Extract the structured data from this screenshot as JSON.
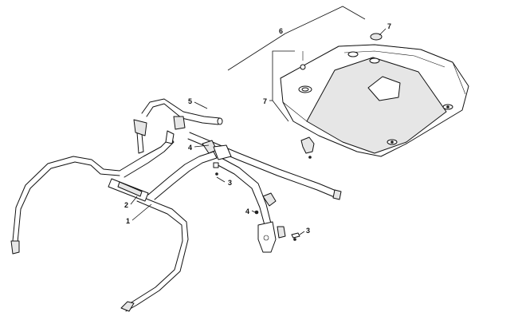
{
  "callouts": {
    "c1": "1",
    "c2": "2",
    "c3a": "3",
    "c3b": "3",
    "c4a": "4",
    "c4b": "4",
    "c5": "5",
    "c6": "6",
    "c7a": "7",
    "c7b": "7"
  }
}
